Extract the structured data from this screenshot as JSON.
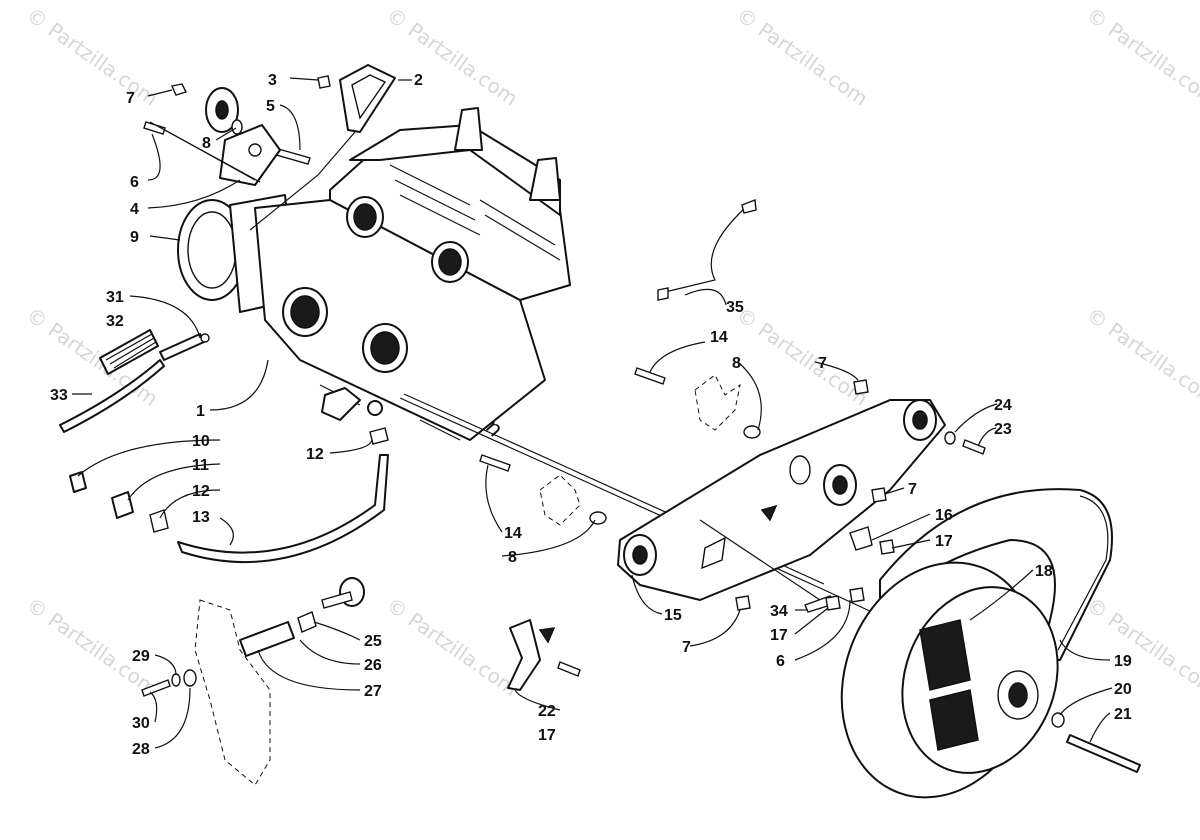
{
  "watermark": "© Partzilla.com",
  "callouts": [
    "1",
    "2",
    "3",
    "4",
    "5",
    "6",
    "7",
    "8",
    "9",
    "10",
    "11",
    "12",
    "13",
    "14",
    "15",
    "16",
    "17",
    "18",
    "19",
    "20",
    "21",
    "22",
    "23",
    "24",
    "25",
    "26",
    "27",
    "28",
    "29",
    "30",
    "31",
    "32",
    "33",
    "34",
    "35"
  ]
}
